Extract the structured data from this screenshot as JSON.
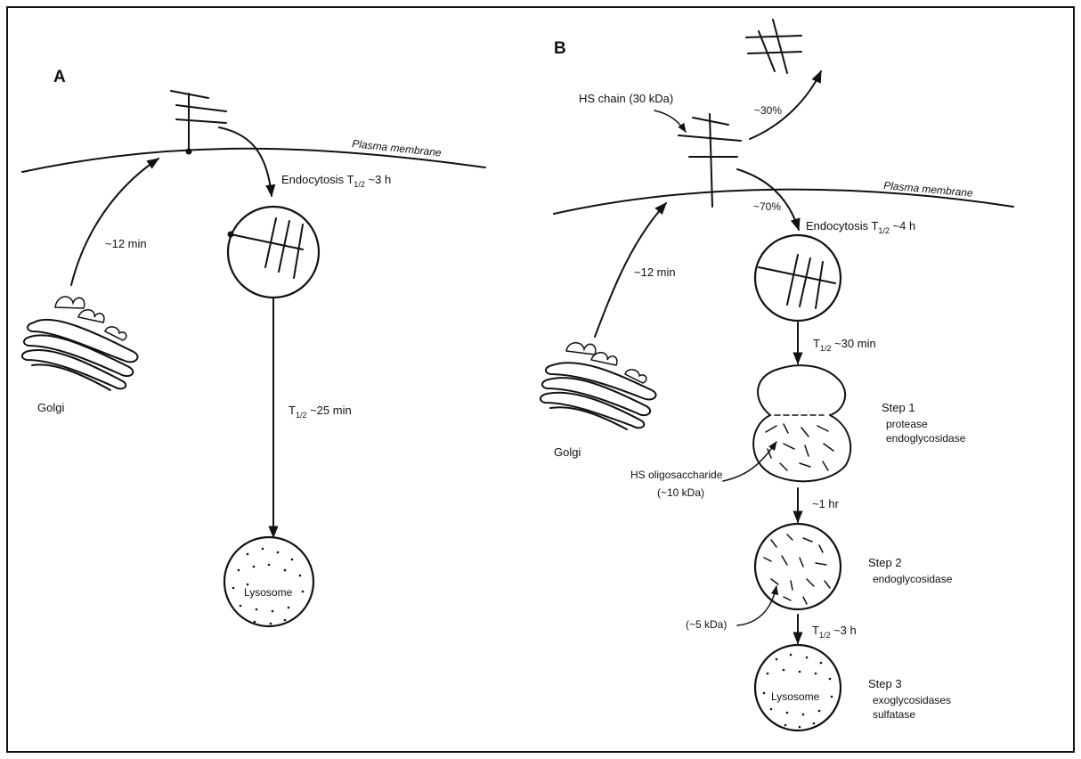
{
  "panel_a": {
    "label": "A",
    "membrane": "Plasma membrane",
    "transport_time": "~12 min",
    "golgi": "Golgi",
    "endocytosis_prefix": "Endocytosis T",
    "endocytosis_sub": "1/2",
    "endocytosis_suffix": " ~3 h",
    "lysosome_step_prefix": "T",
    "lysosome_step_sub": "1/2",
    "lysosome_step_suffix": " ~25 min",
    "lysosome": "Lysosome"
  },
  "panel_b": {
    "label": "B",
    "hs_chain": "HS chain (30 kDa)",
    "shed_pct": "~30%",
    "internal_pct": "~70%",
    "membrane": "Plasma membrane",
    "transport_time": "~12 min",
    "golgi": "Golgi",
    "endocytosis_prefix": "Endocytosis T",
    "endocytosis_sub": "1/2",
    "endocytosis_suffix": " ~4 h",
    "t1_prefix": "T",
    "t1_sub": "1/2",
    "t1_suffix": " ~30 min",
    "step1_title": "Step 1",
    "step1_line1": "protease",
    "step1_line2": "endoglycosidase",
    "oligo_line1": "HS oligosaccharide",
    "oligo_line2": "(~10 kDa)",
    "t2": "~1 hr",
    "step2_title": "Step 2",
    "step2_line1": "endoglycosidase",
    "frag_size": "(~5 kDa)",
    "t3_prefix": "T",
    "t3_sub": "1/2",
    "t3_suffix": " ~3 h",
    "step3_title": "Step 3",
    "step3_line1": "exoglycosidases",
    "step3_line2": "sulfatase",
    "lysosome": "Lysosome"
  }
}
